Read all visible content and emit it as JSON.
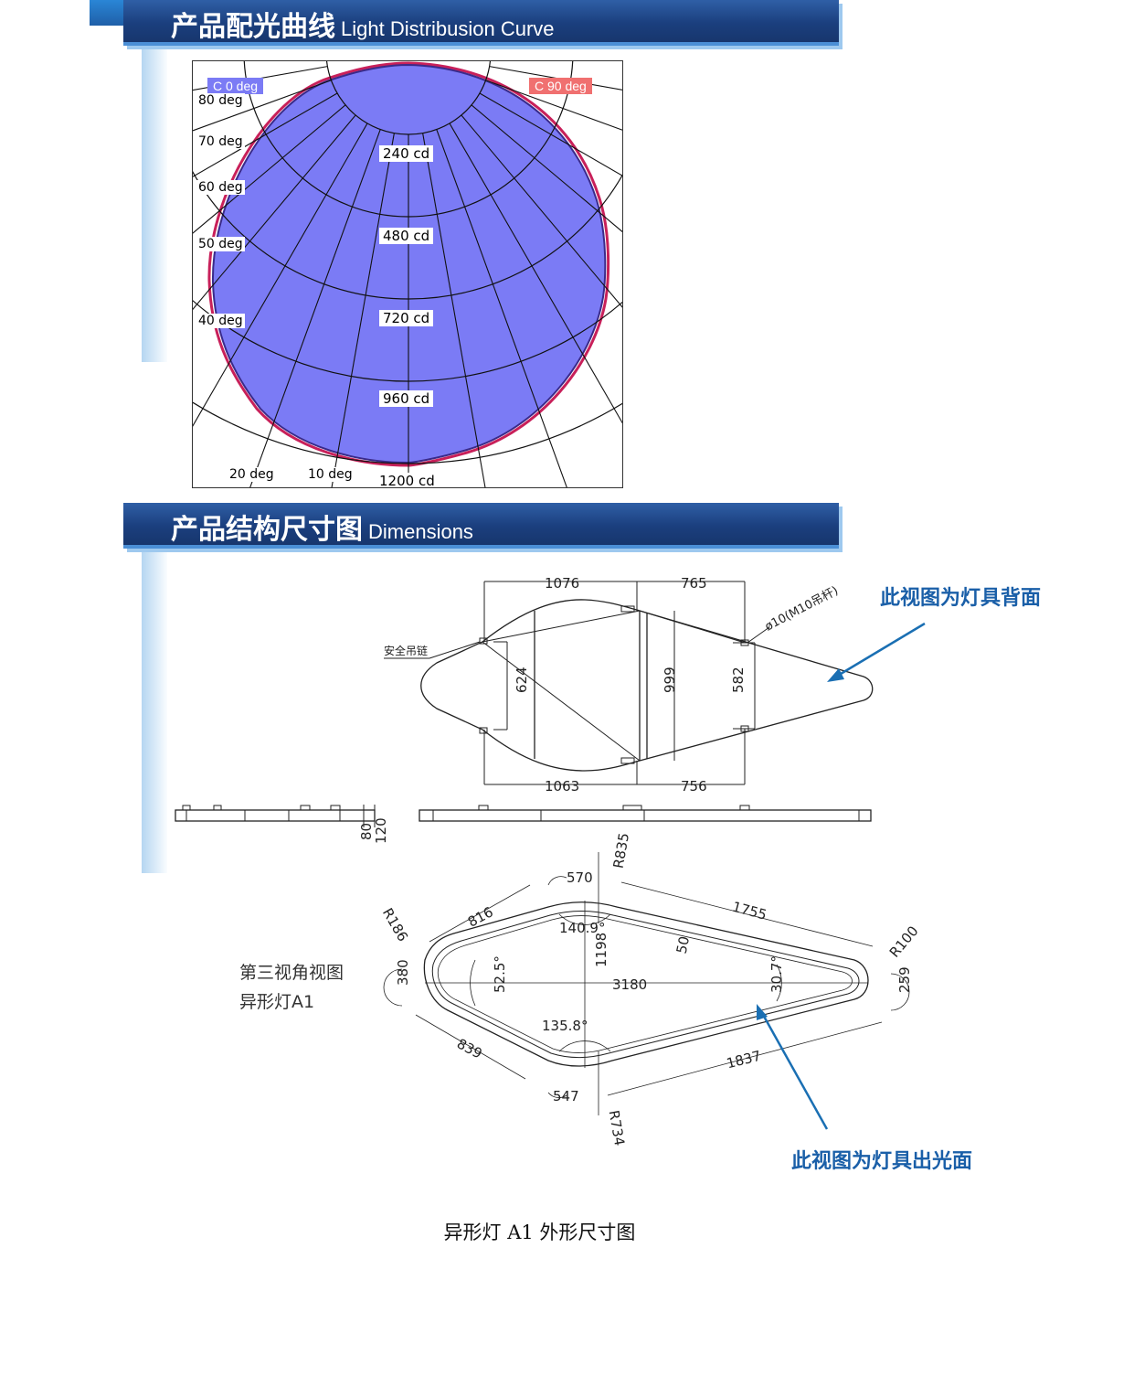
{
  "section1": {
    "title_cn": "产品配光曲线",
    "title_en": "Light Distribusion Curve"
  },
  "section2": {
    "title_cn": "产品结构尺寸图",
    "title_en": "Dimensions"
  },
  "polar": {
    "legend_c0": "C   0 deg",
    "legend_c90": "C  90 deg",
    "angle_labels": [
      "80 deg",
      "70 deg",
      "60 deg",
      "50 deg",
      "40 deg",
      "20 deg",
      "10 deg"
    ],
    "cd_labels": [
      "240 cd",
      "480 cd",
      "720 cd",
      "960 cd",
      "1200 cd"
    ],
    "colors": {
      "c0_fill": "#7b7bf5",
      "c0_legend": "#7b7bf5",
      "c90_legend": "#f07070",
      "c90_line": "#c8205a"
    }
  },
  "top_view": {
    "dims": {
      "top_left": "1076",
      "top_right": "765",
      "bottom_left": "1063",
      "bottom_right": "756",
      "h1": "624",
      "h2": "999",
      "h3": "582"
    },
    "note_chain": "安全吊链",
    "note_rod": "ø10(M10吊杆)"
  },
  "side_view": {
    "dim_80": "80",
    "dim_120": "120"
  },
  "bottom_view": {
    "dims": {
      "r835": "R835",
      "d570": "570",
      "d816": "816",
      "r186": "R186",
      "d1755": "1755",
      "r100": "R100",
      "a140": "140.9°",
      "d50": "50",
      "d1198": "1198",
      "d380": "380",
      "a52": "52.5°",
      "d3180": "3180",
      "a30": "30.7°",
      "d259": "259",
      "a135": "135.8°",
      "d839": "839",
      "d1837": "1837",
      "d547": "547",
      "r734": "R734"
    },
    "caption_line1": "第三视角视图",
    "caption_line2": "异形灯A1"
  },
  "callouts": {
    "back": "此视图为灯具背面",
    "front": "此视图为灯具出光面"
  },
  "bottom_caption": "异形灯 A1 外形尺寸图"
}
